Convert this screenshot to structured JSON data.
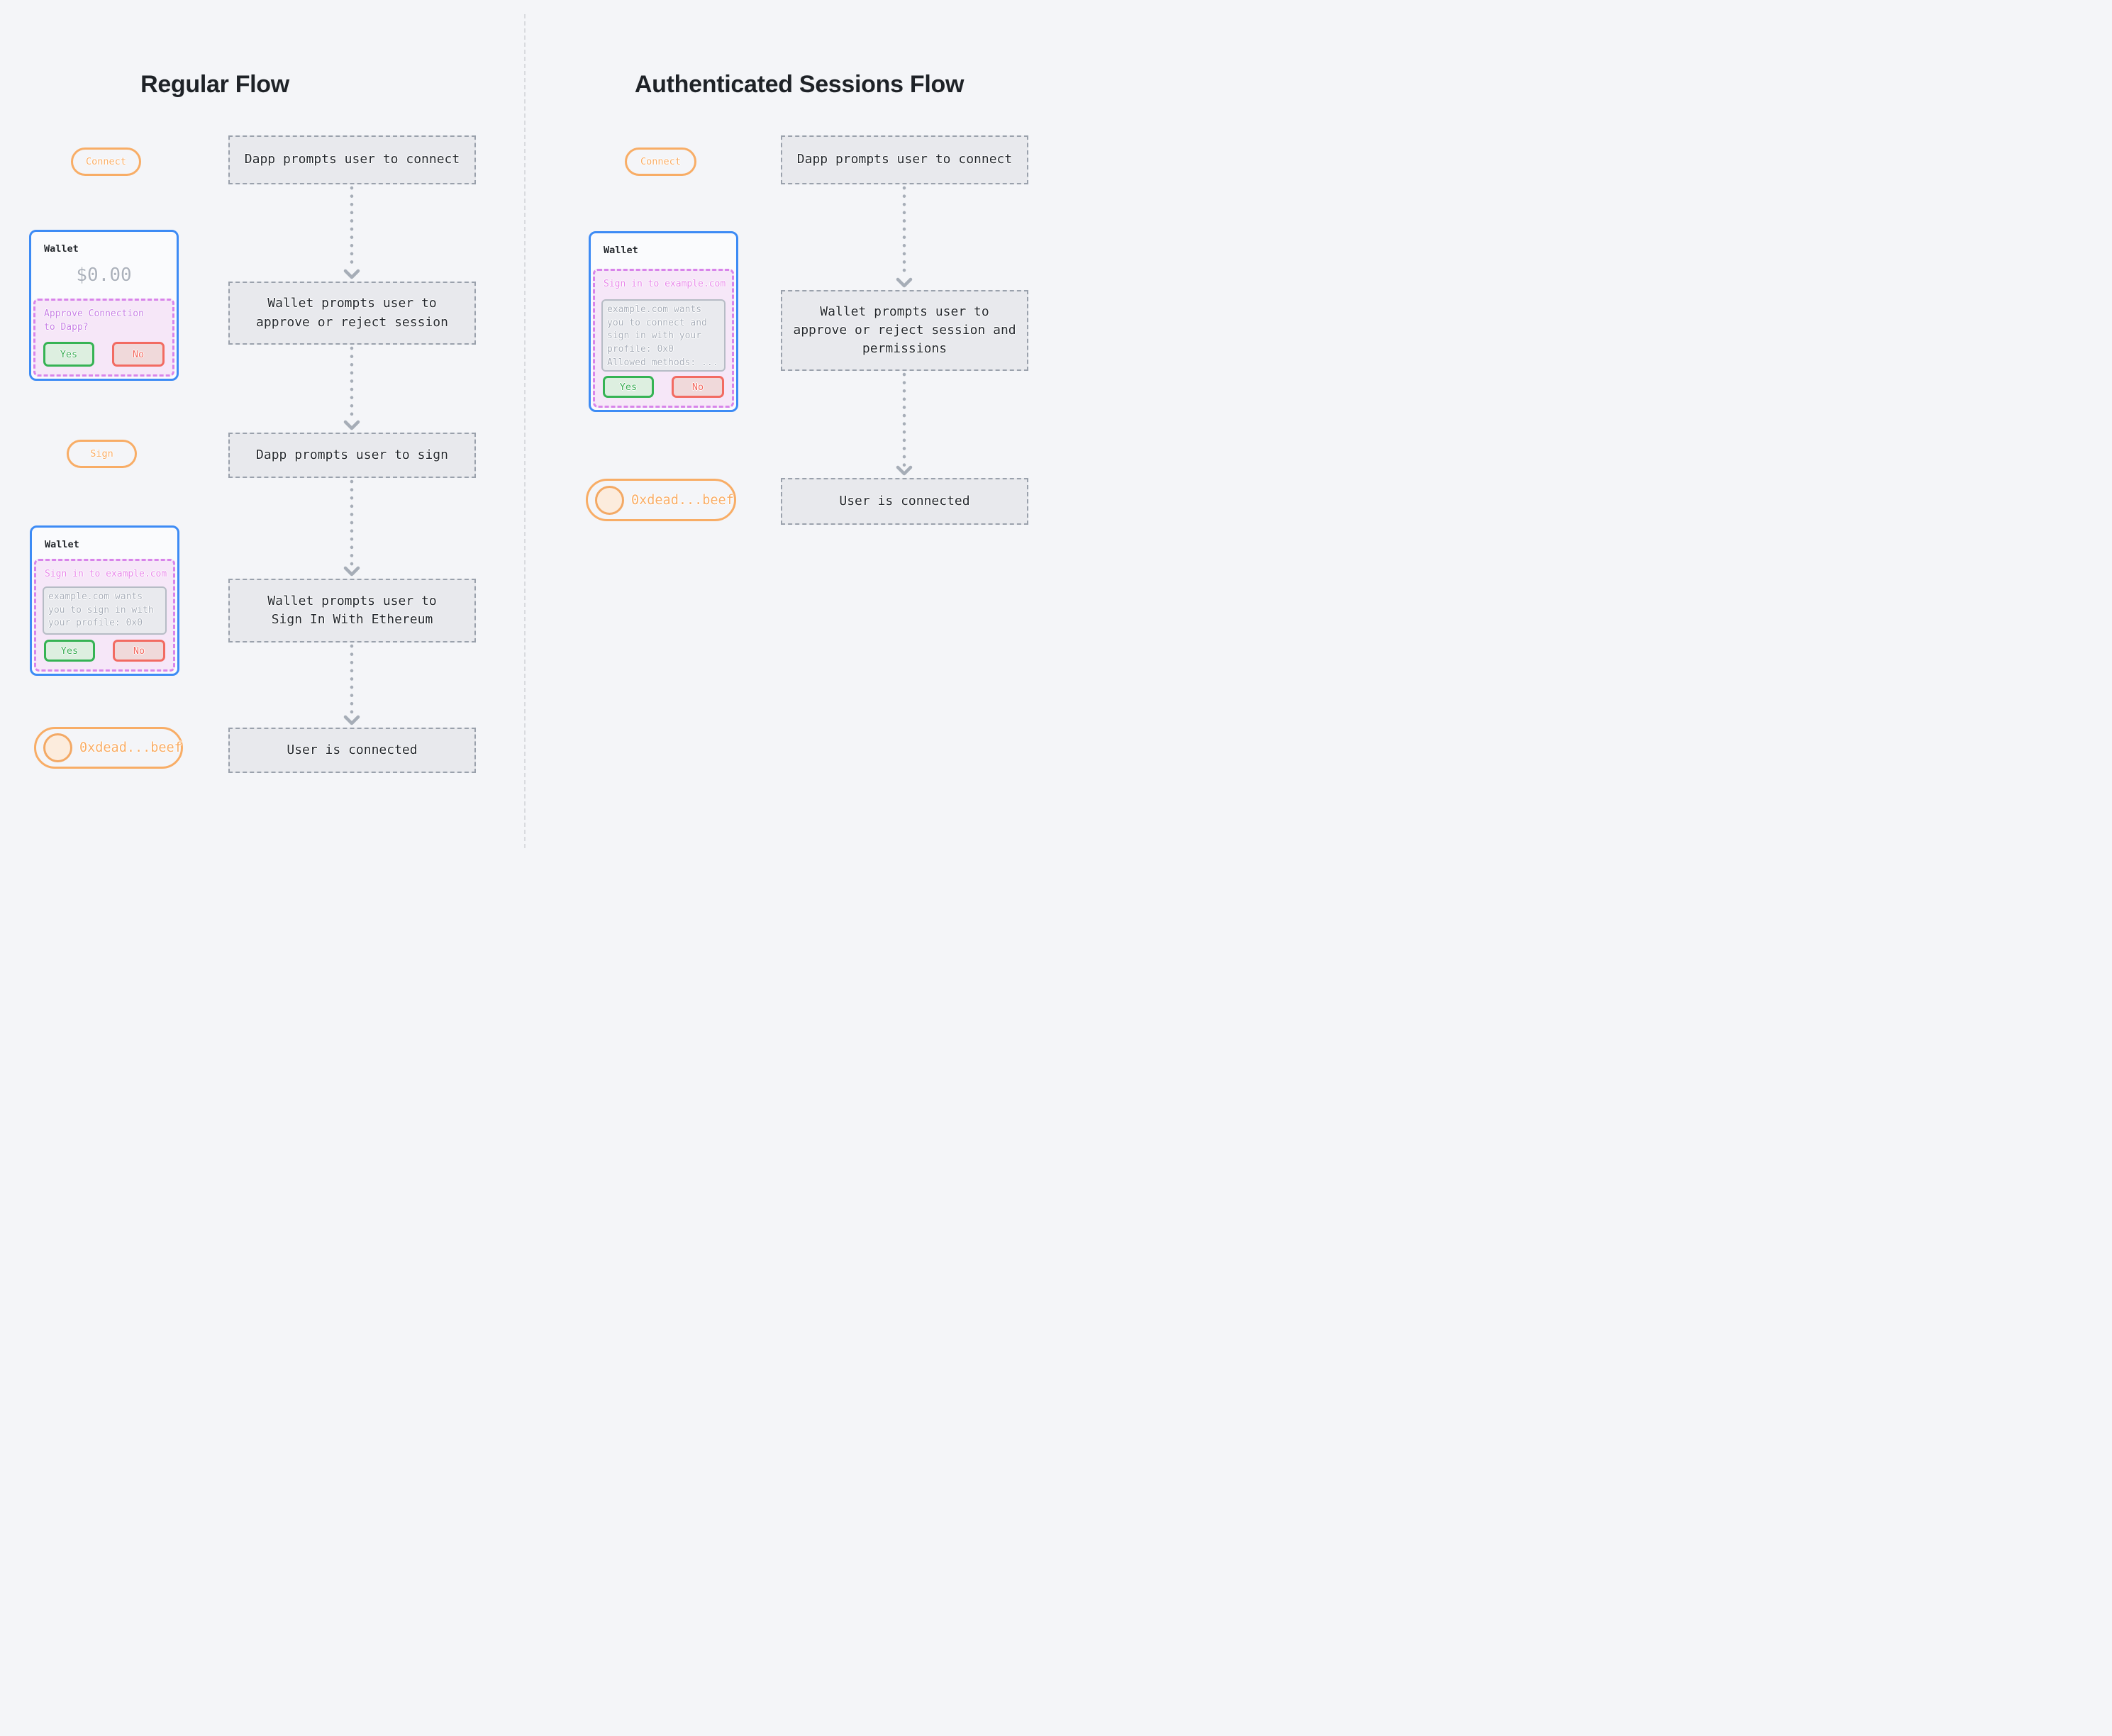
{
  "diagram": {
    "left": {
      "title": "Regular Flow",
      "connect_pill": "Connect",
      "sign_pill": "Sign",
      "address_pill": "0xdead...beef",
      "steps": [
        "Dapp prompts user to connect",
        "Wallet prompts user to approve or reject session",
        "Dapp prompts user to sign",
        "Wallet prompts user to Sign In With Ethereum",
        "User is connected"
      ],
      "wallet_card_1": {
        "title": "Wallet",
        "balance": "$0.00",
        "prompt": "Approve Connection to Dapp?",
        "yes_label": "Yes",
        "no_label": "No"
      },
      "wallet_card_2": {
        "title": "Wallet",
        "prompt": "Sign in to example.com",
        "message": "example.com wants you to sign in with your profile: 0x0",
        "yes_label": "Yes",
        "no_label": "No"
      }
    },
    "right": {
      "title": "Authenticated Sessions Flow",
      "connect_pill": "Connect",
      "address_pill": "0xdead...beef",
      "steps": [
        "Dapp prompts user to connect",
        "Wallet prompts user to approve or reject session and permissions",
        "User is connected"
      ],
      "wallet_card": {
        "title": "Wallet",
        "prompt": "Sign in to example.com",
        "message": "example.com wants you to connect and sign in with your profile: 0x0",
        "message_line2": "Allowed methods: ...",
        "yes_label": "Yes",
        "no_label": "No"
      }
    },
    "colors": {
      "page_bg": "#f4f5f8",
      "title_text": "#1e2227",
      "flow_box_bg": "#e8e9ed",
      "flow_box_border": "#9aa1ac",
      "flow_box_text": "#23272d",
      "arrow": "#a6adb7",
      "divider": "#d9dbdf",
      "wallet_border_blue": "#3d8bf5",
      "wallet_bg": "#fafbfd",
      "balance_gray": "#abb1bb",
      "pink_section_bg": "#f6e7f8",
      "pink_dash_border": "#d884ea",
      "approve_text_purple": "#c77de4",
      "signin_text_pink": "#e786e9",
      "message_box_bg": "#e9eaee",
      "message_box_border": "#b6bcc5",
      "message_text_gray": "#a8aeb9",
      "yes_green": "#36b354",
      "yes_bg": "#ddefe0",
      "no_red": "#f26b62",
      "no_bg": "#f0d9da",
      "orange_accent": "#f8ad66",
      "avatar_bg": "#fcecdd"
    }
  }
}
